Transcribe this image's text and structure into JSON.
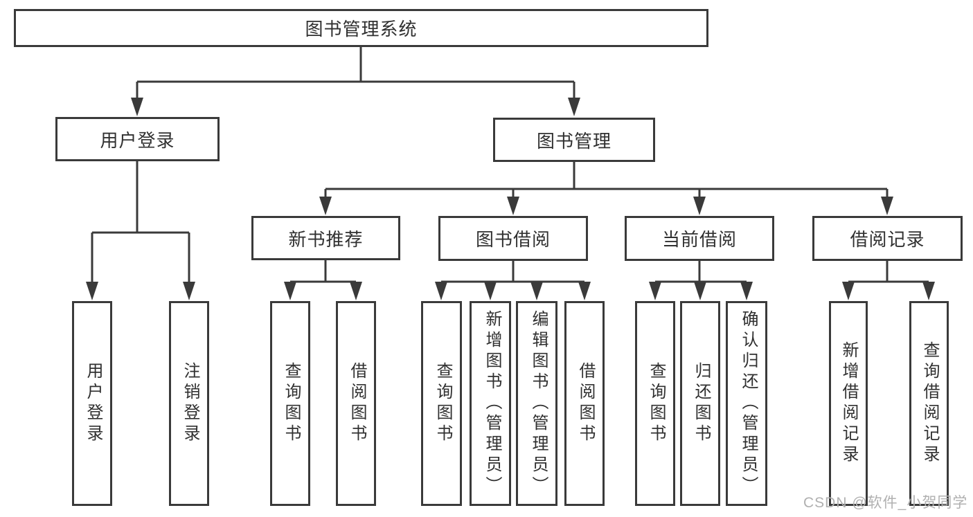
{
  "diagram": {
    "title": "图书管理系统",
    "tree": {
      "root": {
        "label": "图书管理系统",
        "children": [
          {
            "label": "用户登录",
            "children": [
              {
                "label": "用户登录"
              },
              {
                "label": "注销登录"
              }
            ]
          },
          {
            "label": "图书管理",
            "children": [
              {
                "label": "新书推荐",
                "children": [
                  {
                    "label": "查询图书"
                  },
                  {
                    "label": "借阅图书"
                  }
                ]
              },
              {
                "label": "图书借阅",
                "children": [
                  {
                    "label": "查询图书"
                  },
                  {
                    "label": "新增图书（管理员）"
                  },
                  {
                    "label": "编辑图书（管理员）"
                  },
                  {
                    "label": "借阅图书"
                  }
                ]
              },
              {
                "label": "当前借阅",
                "children": [
                  {
                    "label": "查询图书"
                  },
                  {
                    "label": "归还图书"
                  },
                  {
                    "label": "确认归还（管理员）"
                  }
                ]
              },
              {
                "label": "借阅记录",
                "children": [
                  {
                    "label": "新增借阅记录"
                  },
                  {
                    "label": "查询借阅记录"
                  }
                ]
              }
            ]
          }
        ]
      }
    },
    "colors": {
      "line": "#3a3a3a",
      "box_border": "#3a3a3a",
      "text": "#303030",
      "watermark": "#b0b0b0",
      "background": "#ffffff"
    }
  },
  "watermark": {
    "text": "CSDN @软件_小贺同学"
  }
}
